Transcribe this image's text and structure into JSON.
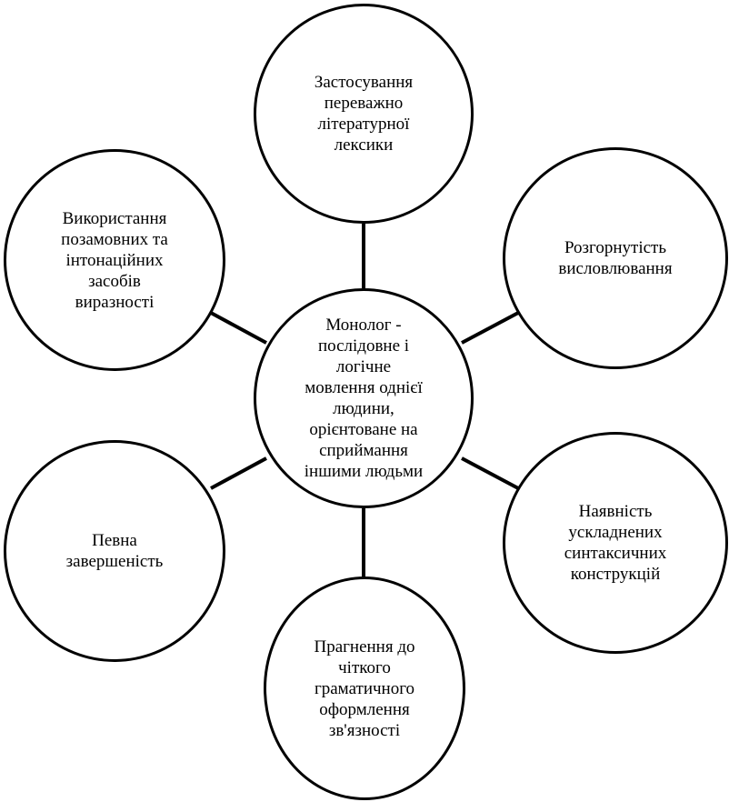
{
  "diagram": {
    "center": "Монолог -\nпослідовне і\nлогічне\nмовлення однієї\nлюдини,\nорієнтоване на\nсприймання\nіншими людьми",
    "nodes": {
      "top": "Застосування\nпереважно\nлітературної\nлексики",
      "top_right": "Розгорнутість\nвисловлювання",
      "bottom_right": "Наявність\nускладнених\nсинтаксичних\nконструкцій",
      "bottom": "Прагнення до\nчіткого\nграматичного\nоформлення\nзв'язності",
      "bottom_left": "Певна\nзавершеність",
      "top_left": "Використання\nпозамовних та\nінтонаційних\nзасобів\nвиразності"
    }
  },
  "colors": {
    "stroke": "#000000",
    "background": "#ffffff"
  }
}
